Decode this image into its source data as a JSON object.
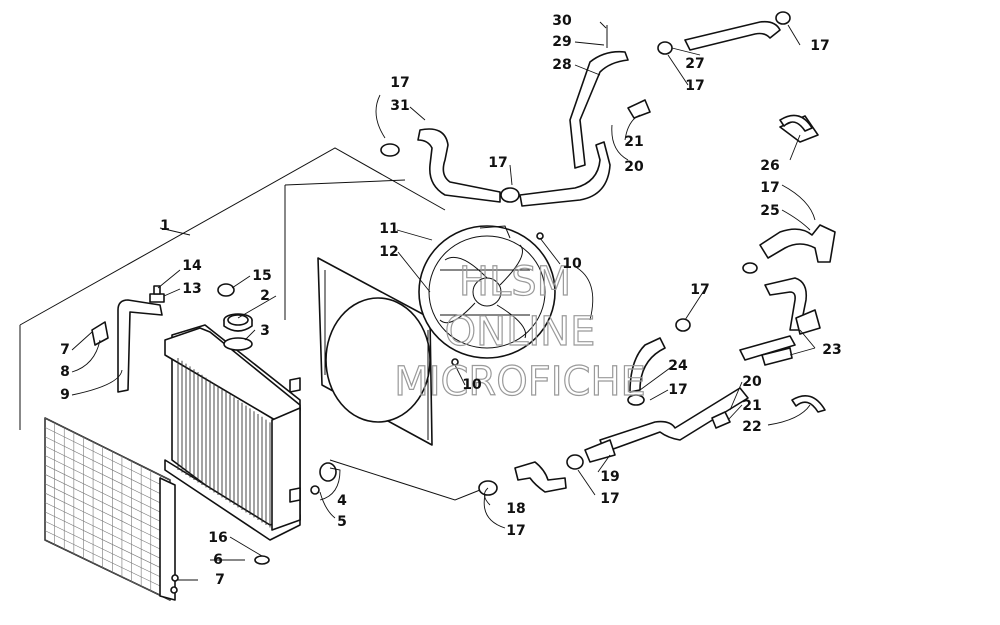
{
  "watermark": {
    "line1": "HLSM",
    "line2": "ONLINE",
    "line3": "MICROFICHE"
  },
  "callouts": [
    {
      "id": "c1",
      "text": "1"
    },
    {
      "id": "c2",
      "text": "2"
    },
    {
      "id": "c3",
      "text": "3"
    },
    {
      "id": "c4",
      "text": "4"
    },
    {
      "id": "c5",
      "text": "5"
    },
    {
      "id": "c6",
      "text": "6"
    },
    {
      "id": "c7a",
      "text": "7"
    },
    {
      "id": "c7b",
      "text": "7"
    },
    {
      "id": "c8",
      "text": "8"
    },
    {
      "id": "c9",
      "text": "9"
    },
    {
      "id": "c10a",
      "text": "10"
    },
    {
      "id": "c10b",
      "text": "10"
    },
    {
      "id": "c11",
      "text": "11"
    },
    {
      "id": "c12",
      "text": "12"
    },
    {
      "id": "c13",
      "text": "13"
    },
    {
      "id": "c14",
      "text": "14"
    },
    {
      "id": "c15",
      "text": "15"
    },
    {
      "id": "c16",
      "text": "16"
    },
    {
      "id": "c17a",
      "text": "17"
    },
    {
      "id": "c17b",
      "text": "17"
    },
    {
      "id": "c17c",
      "text": "17"
    },
    {
      "id": "c17d",
      "text": "17"
    },
    {
      "id": "c17e",
      "text": "17"
    },
    {
      "id": "c17f",
      "text": "17"
    },
    {
      "id": "c17g",
      "text": "17"
    },
    {
      "id": "c17h",
      "text": "17"
    },
    {
      "id": "c17i",
      "text": "17"
    },
    {
      "id": "c18",
      "text": "18"
    },
    {
      "id": "c19",
      "text": "19"
    },
    {
      "id": "c20a",
      "text": "20"
    },
    {
      "id": "c20b",
      "text": "20"
    },
    {
      "id": "c21a",
      "text": "21"
    },
    {
      "id": "c21b",
      "text": "21"
    },
    {
      "id": "c22",
      "text": "22"
    },
    {
      "id": "c23",
      "text": "23"
    },
    {
      "id": "c24",
      "text": "24"
    },
    {
      "id": "c25",
      "text": "25"
    },
    {
      "id": "c26",
      "text": "26"
    },
    {
      "id": "c27",
      "text": "27"
    },
    {
      "id": "c28",
      "text": "28"
    },
    {
      "id": "c29",
      "text": "29"
    },
    {
      "id": "c30",
      "text": "30"
    },
    {
      "id": "c31",
      "text": "31"
    }
  ]
}
